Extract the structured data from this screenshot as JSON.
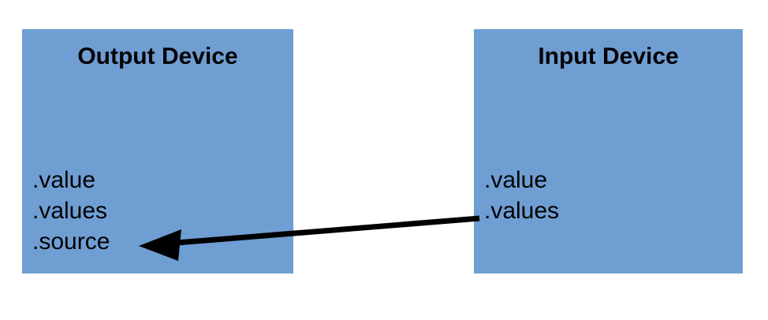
{
  "diagram": {
    "title": "",
    "background_color": "#ffffff",
    "node_fill_color": "#6F9ED3",
    "text_color": "#000000",
    "arrow_color": "#000000",
    "nodes": [
      {
        "id": "output-device",
        "title": "Output Device",
        "properties": [
          {
            "label": ".value"
          },
          {
            "label": ".values"
          },
          {
            "label": ".source"
          }
        ]
      },
      {
        "id": "input-device",
        "title": "Input Device",
        "properties": [
          {
            "label": ".value"
          },
          {
            "label": ".values"
          }
        ]
      }
    ],
    "connectors": [
      {
        "id": "input-to-output-source",
        "name": "arrow-input-values-to-output-source",
        "from": "input-device",
        "to": "output-device",
        "direction": "right-to-left",
        "head": "arrowhead-left",
        "label": ""
      }
    ]
  }
}
